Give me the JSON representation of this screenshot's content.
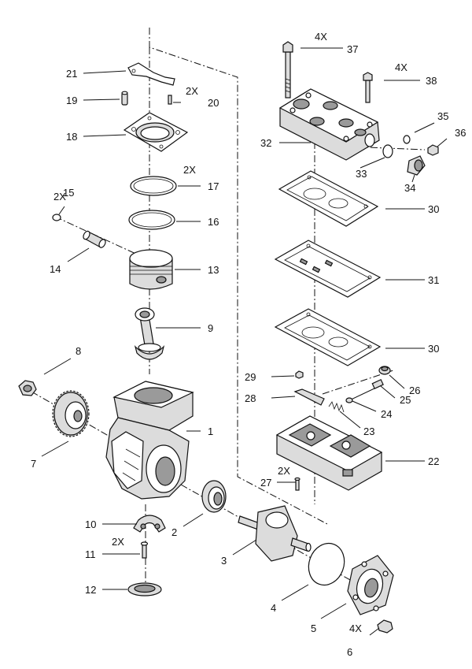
{
  "callouts": [
    {
      "id": "1",
      "label": "1"
    },
    {
      "id": "2",
      "label": "2"
    },
    {
      "id": "3",
      "label": "3"
    },
    {
      "id": "4",
      "label": "4"
    },
    {
      "id": "5",
      "label": "5"
    },
    {
      "id": "6",
      "label": "6",
      "qty": "4X"
    },
    {
      "id": "7",
      "label": "7"
    },
    {
      "id": "8",
      "label": "8"
    },
    {
      "id": "9",
      "label": "9"
    },
    {
      "id": "10",
      "label": "10"
    },
    {
      "id": "11",
      "label": "11",
      "qty": "2X"
    },
    {
      "id": "12",
      "label": "12"
    },
    {
      "id": "13",
      "label": "13"
    },
    {
      "id": "14",
      "label": "14"
    },
    {
      "id": "15",
      "label": "15",
      "qty": "2X"
    },
    {
      "id": "16",
      "label": "16"
    },
    {
      "id": "17",
      "label": "17",
      "qty": "2X"
    },
    {
      "id": "18",
      "label": "18"
    },
    {
      "id": "19",
      "label": "19"
    },
    {
      "id": "20",
      "label": "20",
      "qty": "2X"
    },
    {
      "id": "21",
      "label": "21"
    },
    {
      "id": "22",
      "label": "22"
    },
    {
      "id": "23",
      "label": "23"
    },
    {
      "id": "24",
      "label": "24"
    },
    {
      "id": "25",
      "label": "25"
    },
    {
      "id": "26",
      "label": "26"
    },
    {
      "id": "27",
      "label": "27",
      "qty": "2X"
    },
    {
      "id": "28",
      "label": "28"
    },
    {
      "id": "29",
      "label": "29"
    },
    {
      "id": "30a",
      "label": "30"
    },
    {
      "id": "30b",
      "label": "30"
    },
    {
      "id": "31",
      "label": "31"
    },
    {
      "id": "32",
      "label": "32"
    },
    {
      "id": "33",
      "label": "33"
    },
    {
      "id": "34",
      "label": "34"
    },
    {
      "id": "35",
      "label": "35"
    },
    {
      "id": "36",
      "label": "36"
    },
    {
      "id": "37",
      "label": "37",
      "qty": "4X"
    },
    {
      "id": "38",
      "label": "38",
      "qty": "4X"
    }
  ]
}
